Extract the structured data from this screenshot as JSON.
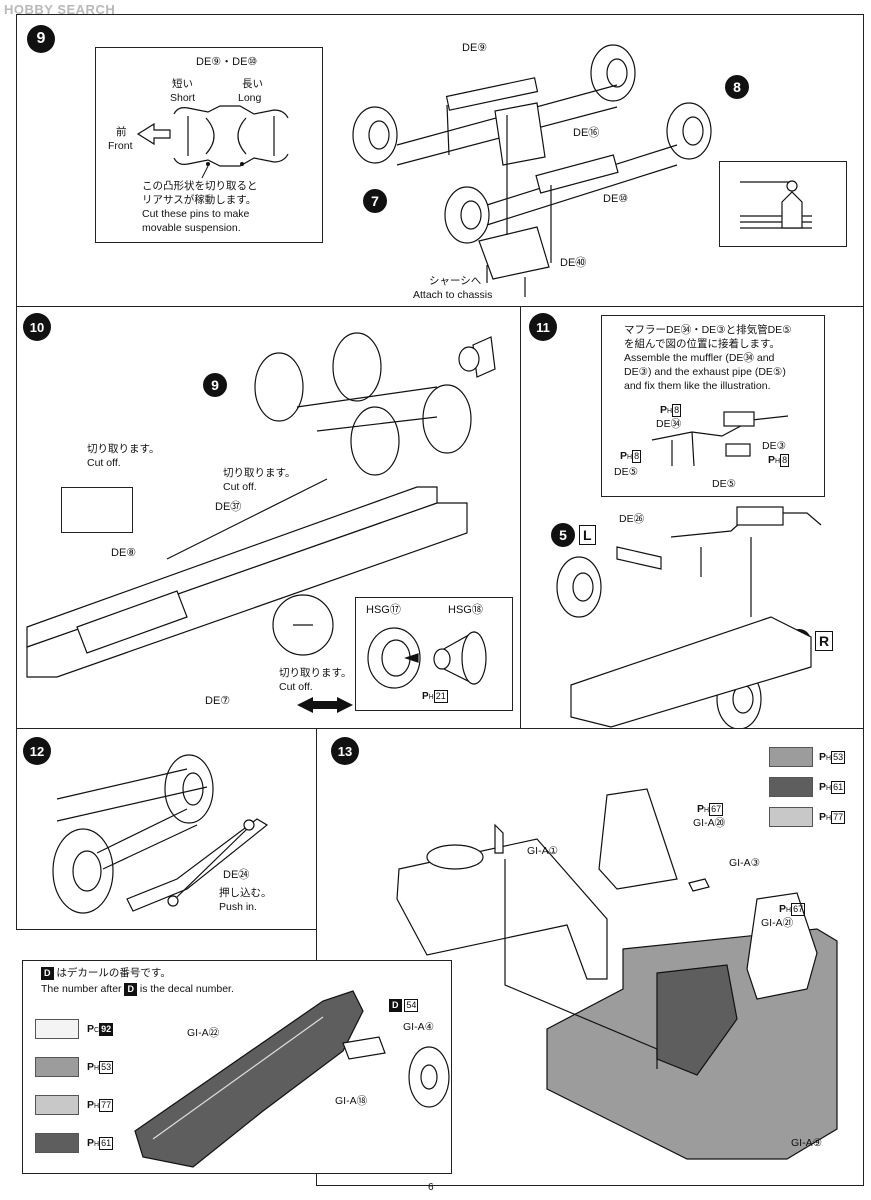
{
  "watermark": "HOBBY SEARCH",
  "page_number": "6",
  "step9": {
    "number": "9",
    "inset_parts": "DE⑨・DE⑩",
    "short_jp": "短い",
    "short_en": "Short",
    "long_jp": "長い",
    "long_en": "Long",
    "front_jp": "前",
    "front_en": "Front",
    "note_jp_1": "この凸形状を切り取ると",
    "note_jp_2": "リアサスが稼動します。",
    "note_en_1": "Cut these pins to make",
    "note_en_2": "movable suspension.",
    "de9": "DE⑨",
    "de16": "DE⑯",
    "de10": "DE⑩",
    "de40": "DE㊵",
    "ref8": "8",
    "ref7": "7",
    "chassis_jp": "シャーシへ",
    "chassis_en": "Attach to chassis"
  },
  "step10": {
    "number": "10",
    "ref9": "9",
    "cutoff1_jp": "切り取ります。",
    "cutoff1_en": "Cut off.",
    "cutoff2_jp": "切り取ります。",
    "cutoff2_en": "Cut off.",
    "cutoff3_jp": "切り取ります。",
    "cutoff3_en": "Cut off.",
    "de37": "DE㊲",
    "de8": "DE⑧",
    "de7": "DE⑦",
    "hsg17": "HSG⑰",
    "hsg18": "HSG⑱",
    "ph21_p": "P",
    "ph21_h": "H",
    "ph21_n": "21"
  },
  "step11": {
    "number": "11",
    "note_jp_1": "マフラーDE㉞・DE③と排気管DE⑤",
    "note_jp_2": "を組んで図の位置に接着します。",
    "note_en_1": "Assemble the muffler (DE㉞ and",
    "note_en_2": "DE③) and the exhaust pipe (DE⑤)",
    "note_en_3": "and fix them like the illustration.",
    "de34": "DE㉞",
    "de3": "DE③",
    "de5a": "DE⑤",
    "de5b": "DE⑤",
    "de26": "DE㉖",
    "ph8": "8",
    "ref5": "5",
    "left": "L",
    "right": "R"
  },
  "step12": {
    "number": "12",
    "de24": "DE㉔",
    "push_jp": "押し込む。",
    "push_en": "Push in."
  },
  "step13": {
    "number": "13",
    "colors": [
      {
        "code": "53",
        "color": "#9c9c9c"
      },
      {
        "code": "61",
        "color": "#5e5e5e"
      },
      {
        "code": "77",
        "color": "#c8c8c8"
      }
    ],
    "gia1": "GI-A①",
    "gia20": "GI-A⑳",
    "gia3": "GI-A③",
    "gia21": "GI-A㉑",
    "gia9": "GI-A⑨",
    "ph67a": "67",
    "ph67b": "67",
    "decal_jp": "はデカールの番号です。",
    "decal_en_1": "The number after",
    "decal_en_2": "is the decal number.",
    "decal_letter": "D",
    "decal54": "54",
    "gia22": "GI-A㉒",
    "gia4": "GI-A④",
    "gia18": "GI-A⑱",
    "inset_swatches": [
      {
        "p": "PC",
        "code": "92",
        "color": "#f4f4f4"
      },
      {
        "p": "PH",
        "code": "53",
        "color": "#9c9c9c"
      },
      {
        "p": "PH",
        "code": "77",
        "color": "#c8c8c8"
      },
      {
        "p": "PH",
        "code": "61",
        "color": "#5e5e5e"
      }
    ]
  }
}
